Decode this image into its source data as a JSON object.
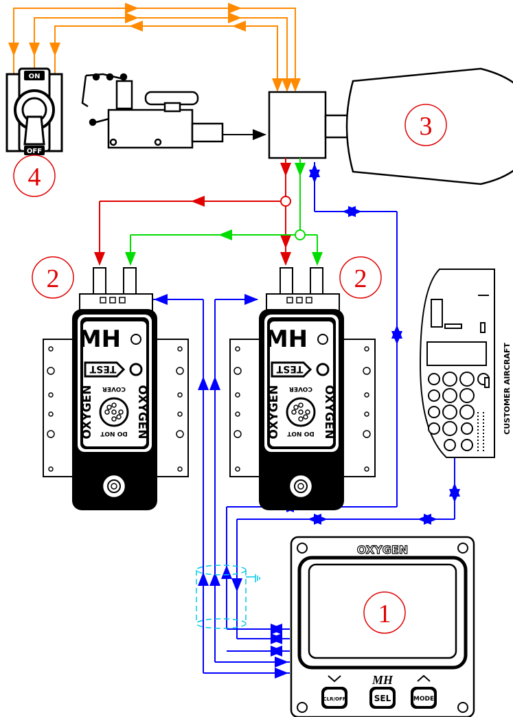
{
  "callouts": {
    "display_unit": "1",
    "regulator_left": "2",
    "regulator_right": "2",
    "oxygen_tank": "3",
    "oxygen_switch": "4"
  },
  "switch": {
    "on_label": "ON",
    "off_label": "OFF"
  },
  "regulator": {
    "test_label": "TEST",
    "brand_left": "OXYGEN",
    "brand_right": "OXYGEN",
    "warning_top": "COVER",
    "warning_bottom": "DO NOT",
    "logo": "MH"
  },
  "display": {
    "title": "OXYGEN",
    "logo": "MH",
    "buttons": [
      "CLR/OFF",
      "SEL",
      "MODE"
    ],
    "left_arrow": "chevron-down-icon",
    "right_arrow": "chevron-up-icon"
  },
  "aircraft_label": "CUSTOMER AIRCRAFT",
  "colors": {
    "power": "#ff8a00",
    "supply": "#e00000",
    "return": "#00dd00",
    "data": "#0000ff",
    "shield": "#00c8e6",
    "callout": "#e00000"
  }
}
